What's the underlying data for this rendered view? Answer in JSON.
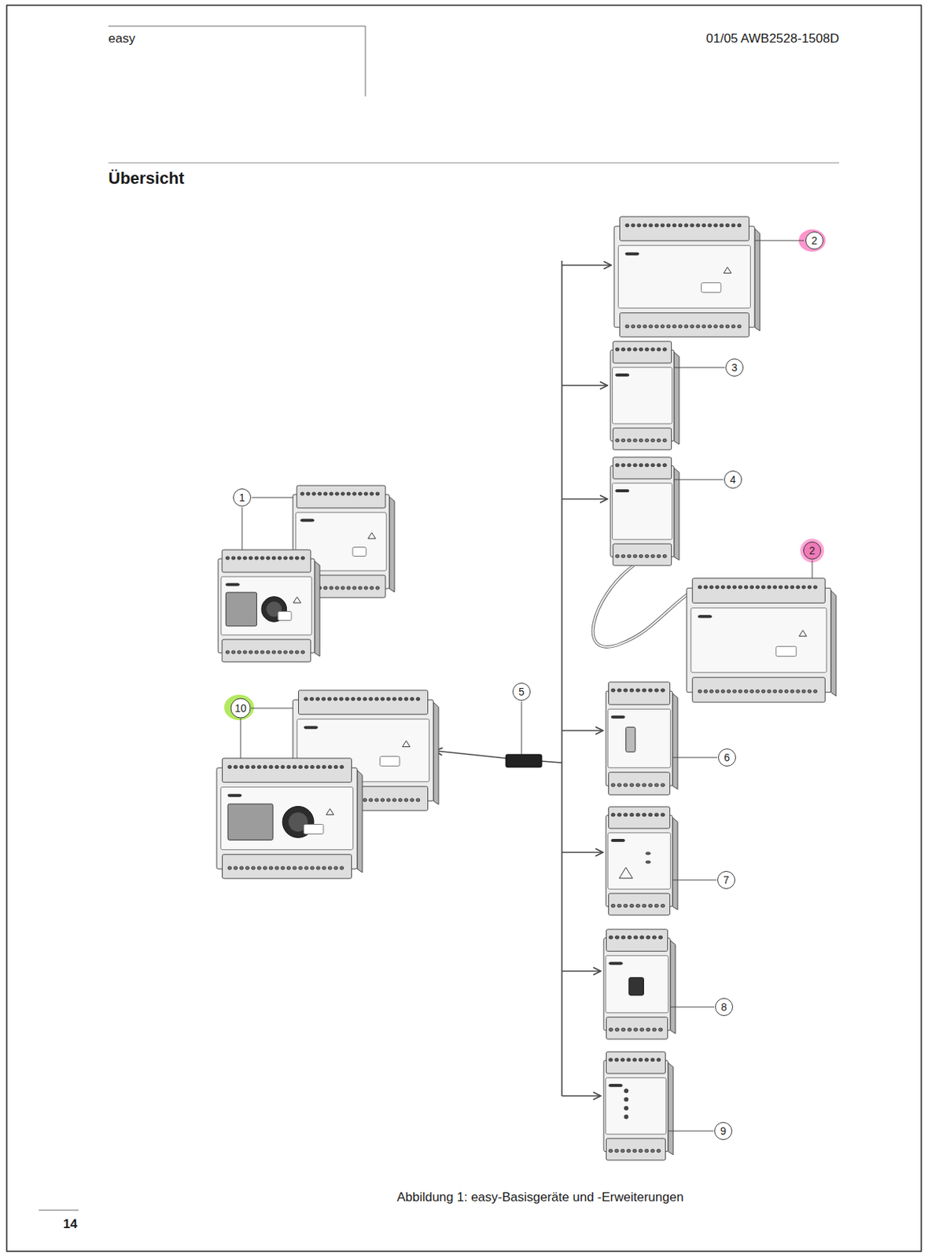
{
  "diagram": {
    "title": "Übersicht",
    "caption": "Abbildung 1: easy-Basisgeräte und -Erweiterungen",
    "labels": [
      "easy",
      "01/05 AWB2528-1508D",
      "2",
      "3",
      "4",
      "1",
      "2",
      "10",
      "5",
      "6",
      "7",
      "8",
      "9",
      "14"
    ]
  }
}
